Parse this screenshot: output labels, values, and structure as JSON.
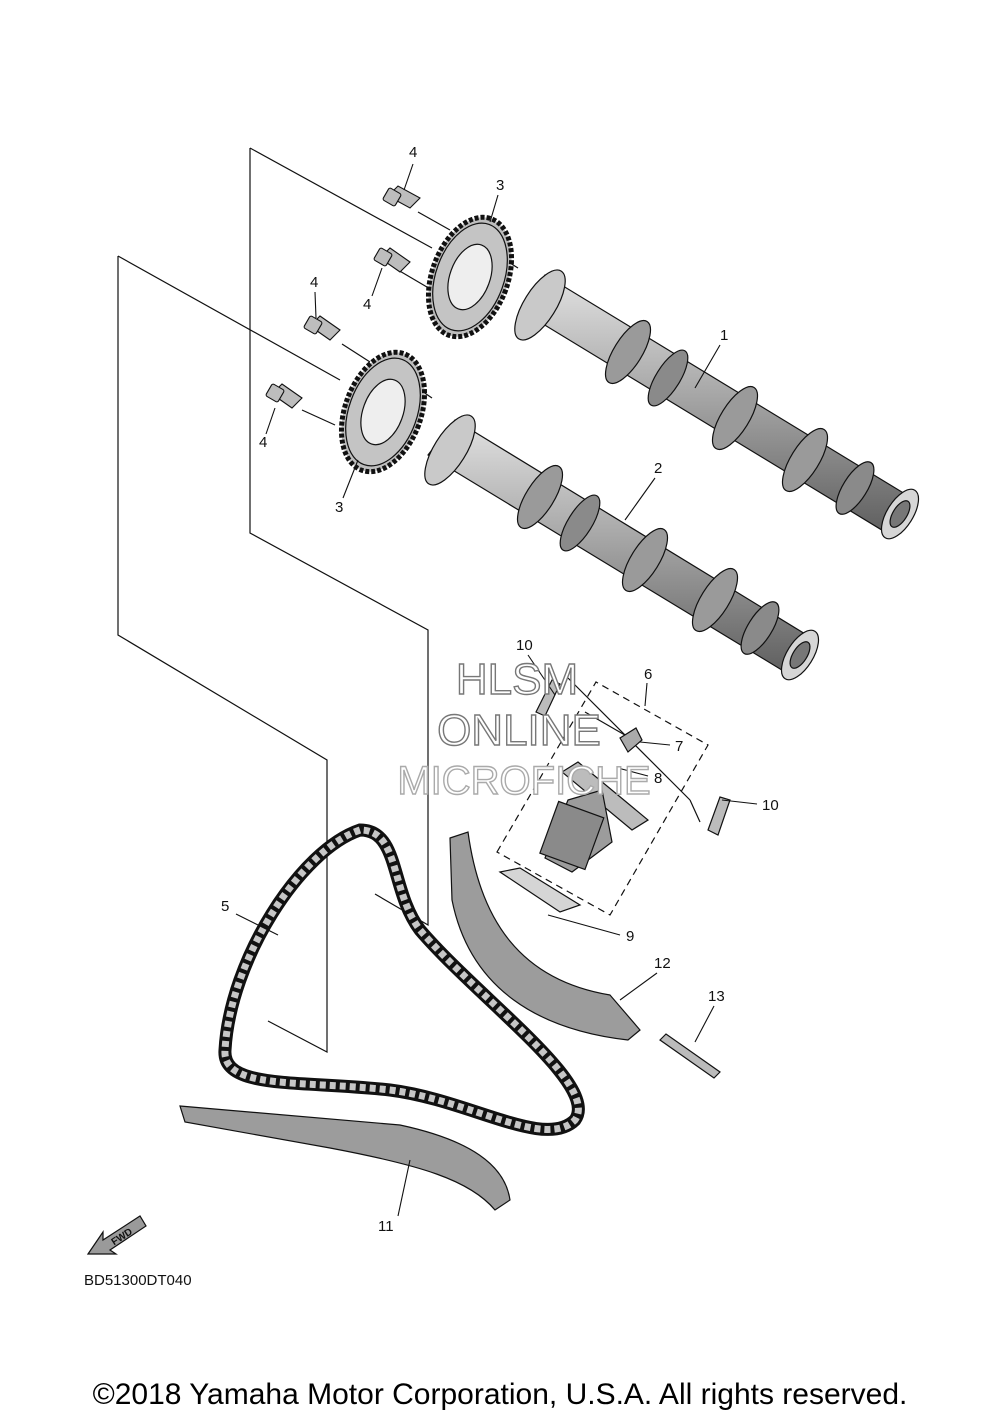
{
  "diagram": {
    "callouts": {
      "c1": "1",
      "c2": "2",
      "c3a": "3",
      "c3b": "3",
      "c4a": "4",
      "c4b": "4",
      "c4c": "4",
      "c4d": "4",
      "c5": "5",
      "c6": "6",
      "c7": "7",
      "c8": "8",
      "c9": "9",
      "c10a": "10",
      "c10b": "10",
      "c11": "11",
      "c12": "12",
      "c13": "13"
    },
    "fwd_label": "FWD",
    "drawing_code": "BD51300DT040"
  },
  "watermark": {
    "line1": "HLSM",
    "line2": "ONLINE",
    "line3": "MICROFICHE"
  },
  "footer": {
    "copyright": "©2018 Yamaha Motor Corporation, U.S.A. All rights reserved."
  },
  "colors": {
    "line": "#111111",
    "part_fill": "#b9b9b9",
    "part_dark": "#6f6f6f"
  }
}
